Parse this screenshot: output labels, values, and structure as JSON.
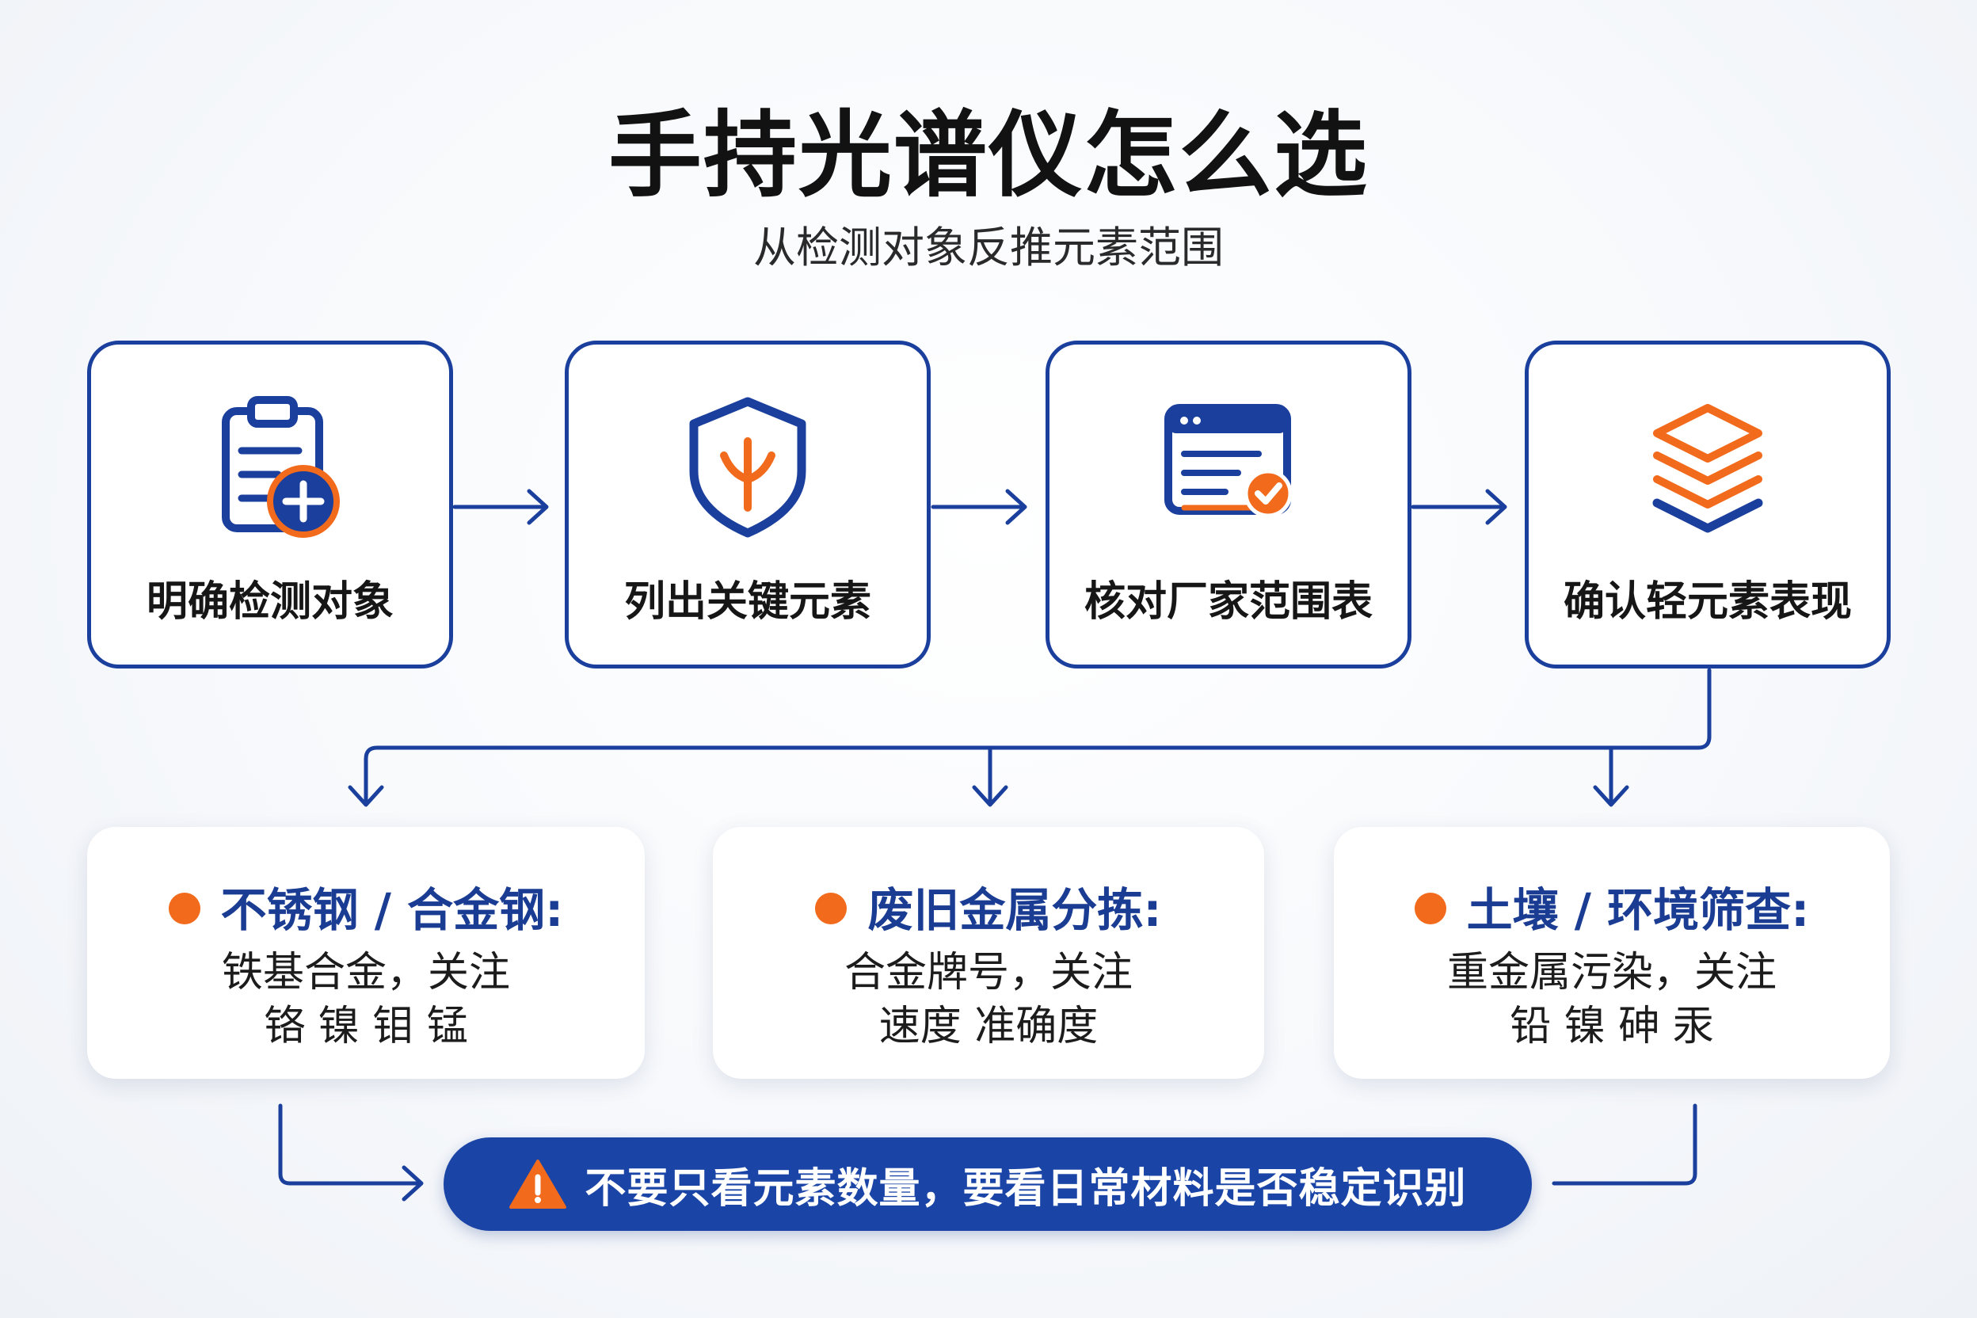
{
  "header": {
    "title": "手持光谱仪怎么选",
    "subtitle": "从检测对象反推元素范围"
  },
  "steps": [
    {
      "label": "明确检测对象",
      "icon": "clipboard-plus-icon"
    },
    {
      "label": "列出关键元素",
      "icon": "shield-branch-icon"
    },
    {
      "label": "核对厂家范围表",
      "icon": "browser-check-icon"
    },
    {
      "label": "确认轻元素表现",
      "icon": "layers-icon"
    }
  ],
  "cards": [
    {
      "title": "不锈钢 / 合金钢:",
      "line1": "铁基合金，关注",
      "line2": "铬 镍 钼 锰"
    },
    {
      "title": "废旧金属分拣:",
      "line1": "合金牌号，关注",
      "line2": "速度 准确度"
    },
    {
      "title": "土壤 / 环境筛查:",
      "line1": "重金属污染，关注",
      "line2": "铅 镍 砷 汞"
    }
  ],
  "banner": {
    "text": "不要只看元素数量，要看日常材料是否稳定识别",
    "icon": "warning-icon"
  },
  "colors": {
    "primary_blue": "#1a3f9c",
    "accent_orange": "#f26a1b",
    "banner_blue": "#1a45a6"
  }
}
